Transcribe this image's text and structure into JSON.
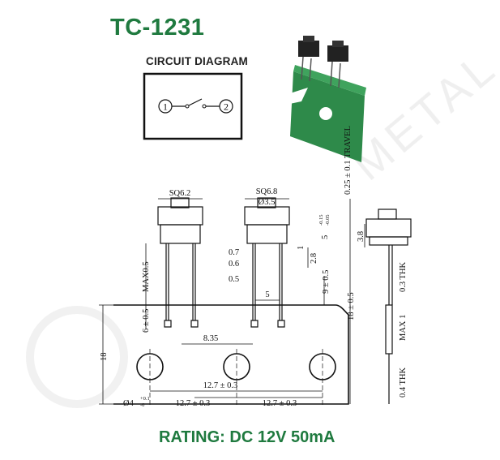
{
  "title": "TC-1231",
  "circuit": {
    "label": "CIRCUIT DIAGRAM",
    "node1": "1",
    "node2": "2"
  },
  "rating": "RATING: DC 12V 50mA",
  "watermark": "METAL",
  "dims": {
    "sq62": "SQ6.2",
    "sq68": "SQ6.8",
    "d35": "Ø3.5",
    "travel": "0.25 ± 0.1 TRAVEL",
    "d5tol": "5",
    "tol_up": "-0.15",
    "tol_dn": "-0.05",
    "v38": "3.8",
    "v07": "0.7",
    "v06": "0.6",
    "v05": "0.5",
    "v1": "1",
    "v28": "2.8",
    "v5": "5",
    "v9": "9 ± 0.5",
    "v18_05": "18 ± 0.5",
    "max05": "MAX0.5",
    "v6": "6 ± 0.5",
    "v835": "8.35",
    "v18": "18",
    "v127a": "12.7 ± 0.3",
    "v127b": "12.7 ± 0.3",
    "v127c": "12.7 ± 0.3",
    "d4": "Ø4",
    "d4up": "+0.1",
    "d4dn": "-0",
    "thk03": "0.3 THK",
    "max1": "MAX 1",
    "thk04": "0.4 THK"
  },
  "colors": {
    "brand_green": "#1f7a3f",
    "pcb_green": "#2e8a4a"
  }
}
